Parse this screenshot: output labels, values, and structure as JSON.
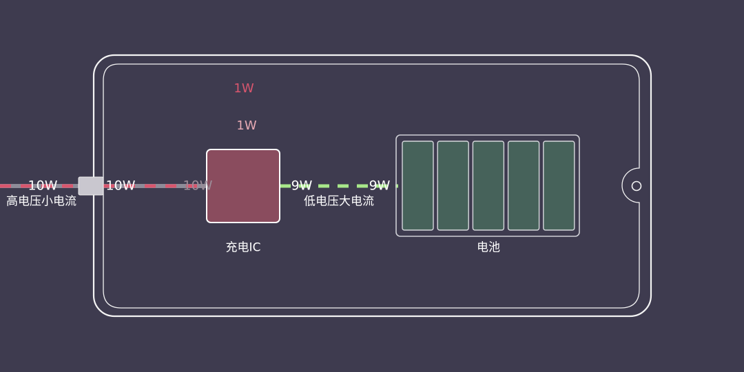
{
  "colors": {
    "background": "#3e3b4f",
    "outline": "#f4f4f4",
    "high_voltage_line": "#d9566e",
    "low_voltage_line": "#a8e88a",
    "cable_gray": "#8e8c99",
    "charging_ic_fill": "#8a4c5e",
    "battery_cell_fill": "#46625a"
  },
  "input": {
    "power_outside": "10W",
    "power_inside": "10W",
    "power_at_ic": "10W",
    "label": "高电压小电流"
  },
  "charging_ic": {
    "label": "充电IC",
    "loss_upper": "1W",
    "loss_lower": "1W"
  },
  "output": {
    "power_left": "9W",
    "power_right": "9W",
    "label": "低电压大电流"
  },
  "battery": {
    "label": "电池",
    "cell_count": 5
  }
}
